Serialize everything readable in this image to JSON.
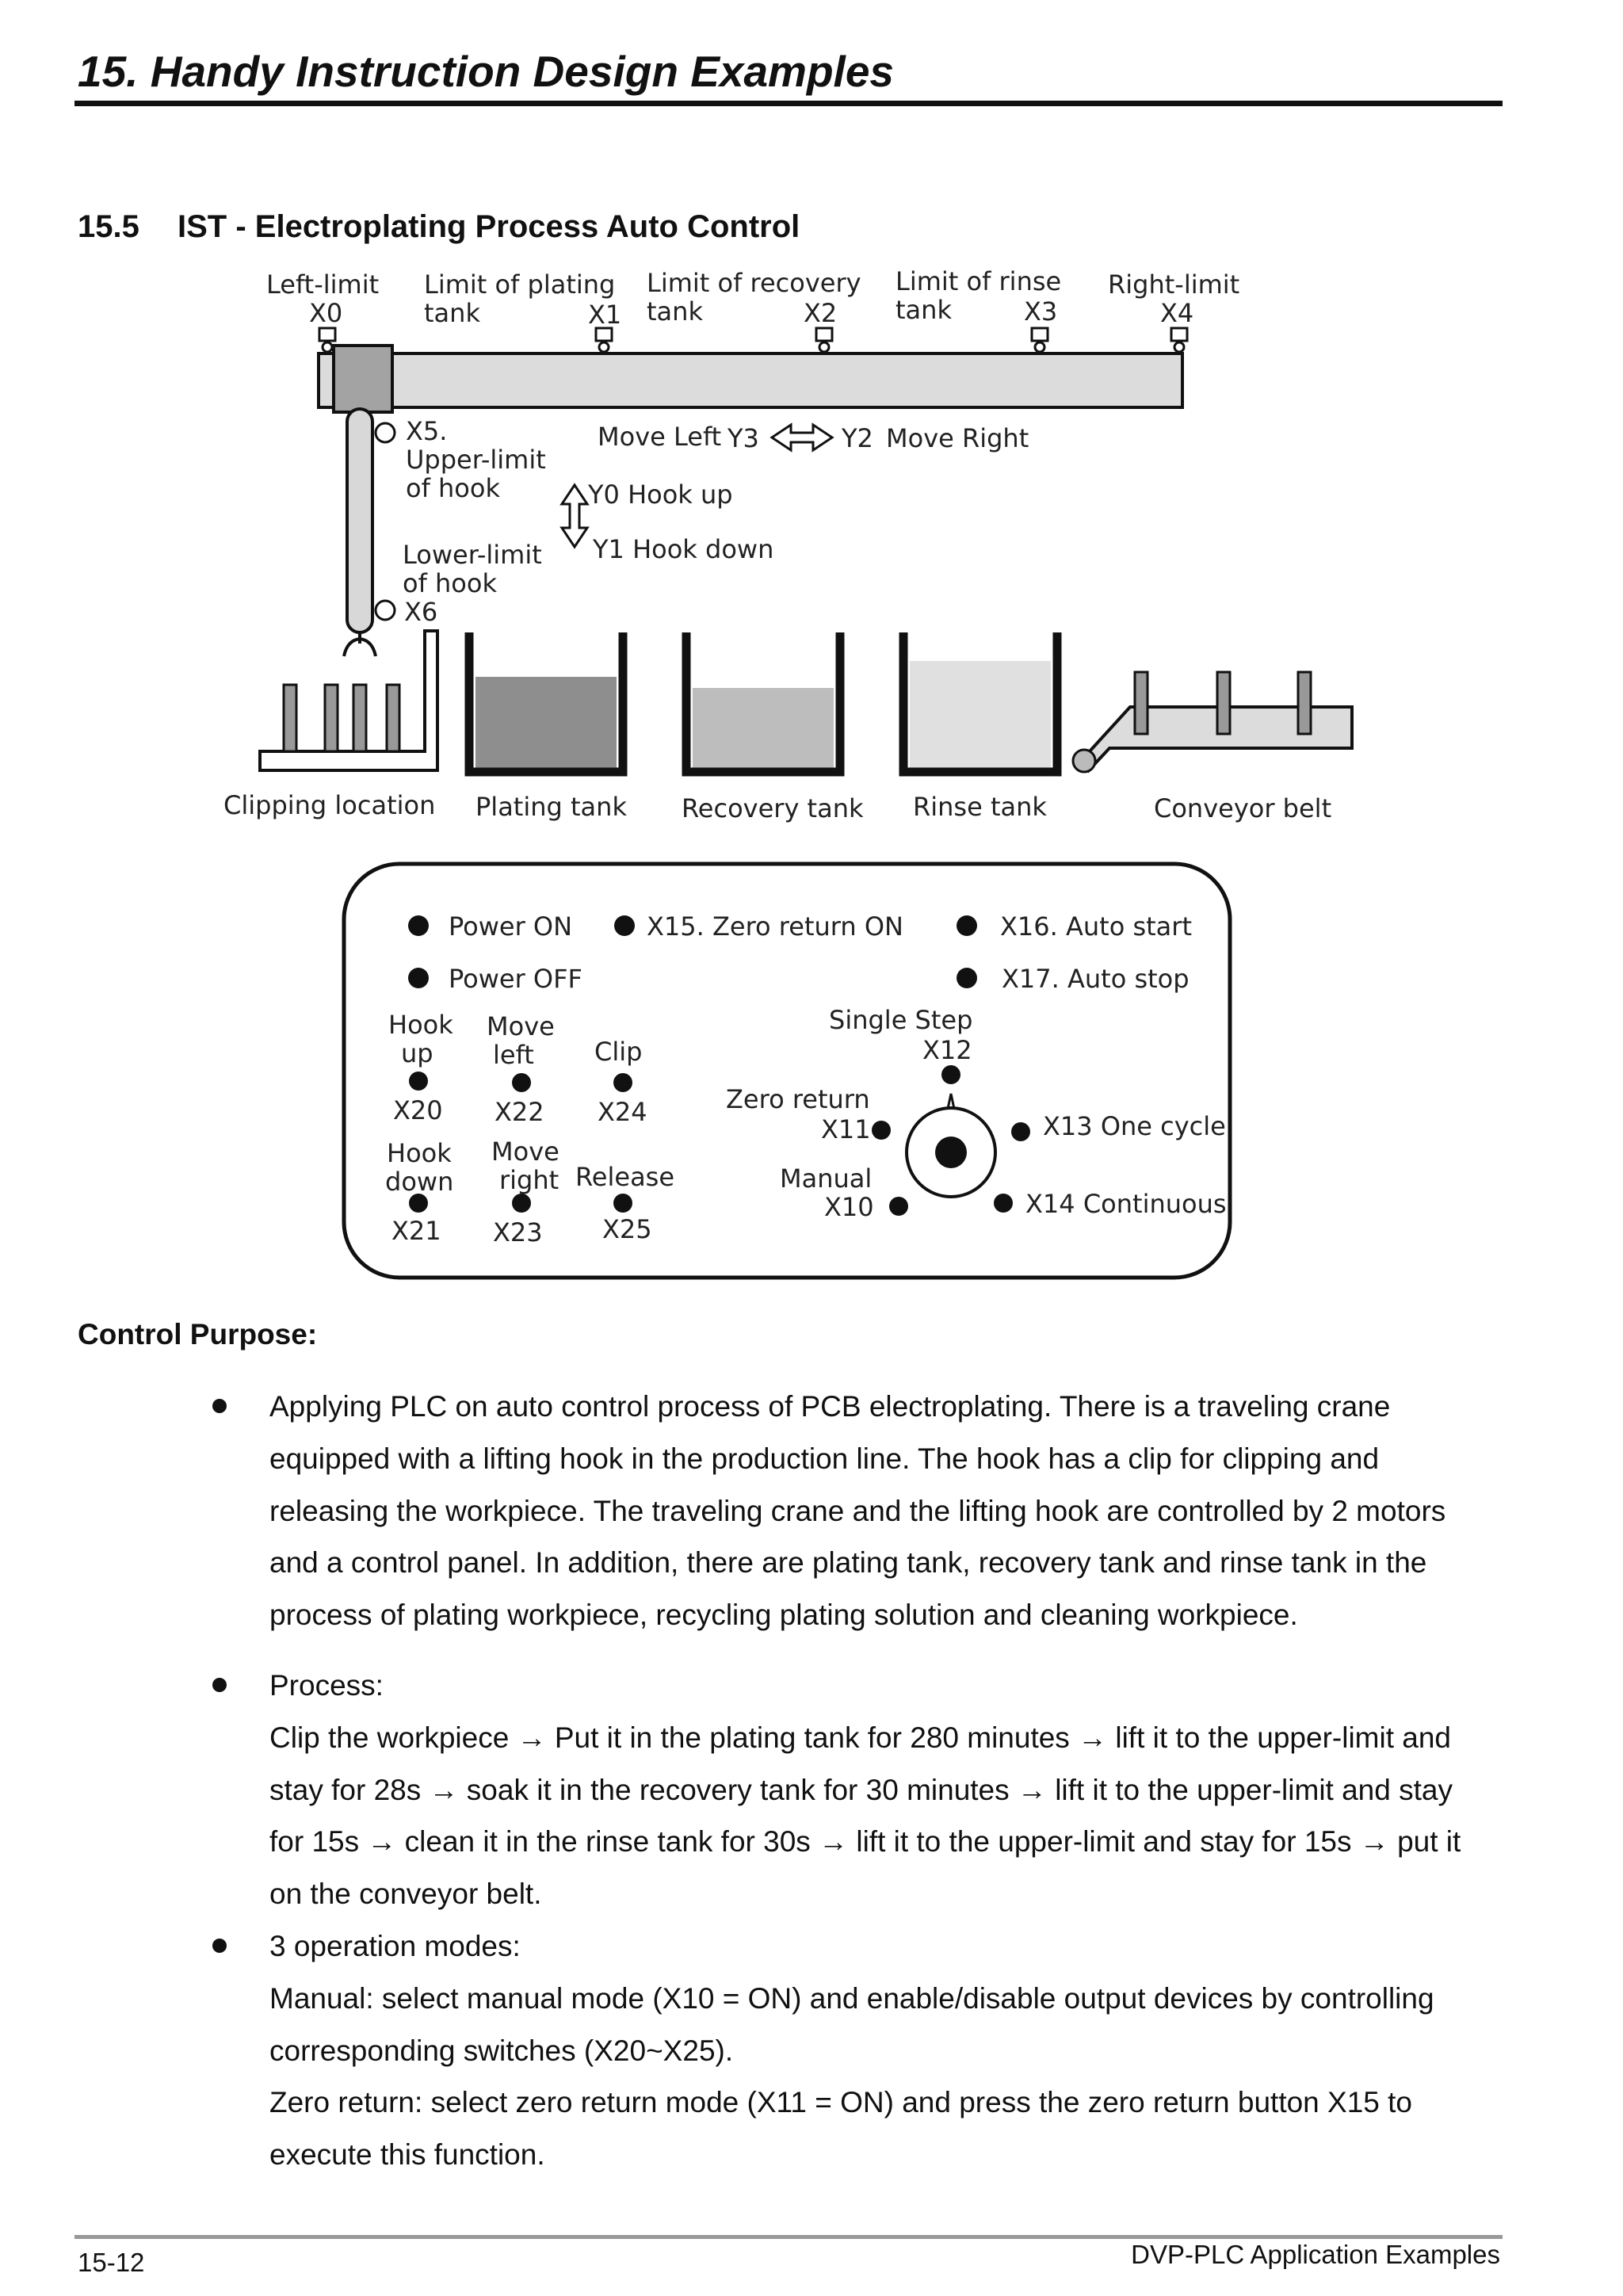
{
  "header": {
    "title": "15. Handy Instruction Design Examples"
  },
  "section": {
    "number": "15.5",
    "title": "IST - Electroplating Process Auto Control"
  },
  "diagram": {
    "rail_labels": {
      "left_limit": "Left-limit",
      "x0": "X0",
      "plating_limit_line1": "Limit of plating",
      "plating_limit_line2": "tank",
      "x1": "X1",
      "recovery_limit_line1": "Limit of recovery",
      "recovery_limit_line2": "tank",
      "x2": "X2",
      "rinse_limit_line1": "Limit of rinse",
      "rinse_limit_line2": "tank",
      "x3": "X3",
      "right_limit": "Right-limit",
      "x4": "X4"
    },
    "hook_labels": {
      "x5": "X5.",
      "upper_limit_line1": "Upper-limit",
      "upper_limit_line2": "of hook",
      "lower_limit_line1": "Lower-limit",
      "lower_limit_line2": "of hook",
      "x6": "X6",
      "move_left": "Move Left",
      "y3": "Y3",
      "y2": "Y2",
      "move_right": "Move Right",
      "hook_up": "Y0 Hook up",
      "hook_down": "Y1 Hook down"
    },
    "stations": {
      "clipping": "Clipping location",
      "plating": "Plating tank",
      "recovery": "Recovery tank",
      "rinse": "Rinse tank",
      "conveyor": "Conveyor belt"
    },
    "panel": {
      "power_on": "Power ON",
      "power_off": "Power OFF",
      "zero_return_on": "X15. Zero return ON",
      "auto_start": "X16. Auto start",
      "auto_stop": "X17. Auto stop",
      "hook_up_line1": "Hook",
      "hook_up_line2": "up",
      "x20": "X20",
      "move_left_line1": "Move",
      "move_left_line2": "left",
      "x22": "X22",
      "clip": "Clip",
      "x24": "X24",
      "hook_down_line1": "Hook",
      "hook_down_line2": "down",
      "x21": "X21",
      "move_right_line1": "Move",
      "move_right_line2": "right",
      "x23": "X23",
      "release": "Release",
      "x25": "X25",
      "single_step": "Single Step",
      "x12": "X12",
      "zero_return": "Zero return",
      "x11": "X11",
      "manual": "Manual",
      "x10": "X10",
      "one_cycle": "X13 One cycle",
      "continuous": "X14 Continuous"
    }
  },
  "control_purpose": {
    "title": "Control Purpose:",
    "bullet1_lines": [
      "Applying PLC on auto control process of PCB electroplating. There is a traveling crane",
      "equipped with a lifting hook in the production line. The hook has a clip for clipping and",
      "releasing the workpiece. The traveling crane and the lifting hook are controlled by 2 motors",
      "and a control panel. In addition, there are plating tank, recovery tank and rinse tank in the",
      "process of plating workpiece, recycling plating solution and cleaning workpiece."
    ],
    "bullet2_lines": [
      "Process:",
      "Clip the workpiece → Put it in the plating tank for 280 minutes → lift it to the upper-limit and",
      "stay for 28s → soak it in the recovery tank for 30 minutes → lift it to the upper-limit and stay",
      "for 15s → clean it in the rinse tank for 30s → lift it to the upper-limit and stay for 15s → put it",
      "on the conveyor belt."
    ],
    "bullet3_lines": [
      "3 operation modes:",
      "Manual: select manual mode (X10 = ON) and enable/disable output devices by controlling",
      "corresponding switches (X20~X25).",
      "Zero return: select zero return mode (X11 = ON) and press the zero return button X15 to",
      "execute this function."
    ]
  },
  "footer": {
    "page": "15-12",
    "doc": "DVP-PLC Application Examples"
  }
}
